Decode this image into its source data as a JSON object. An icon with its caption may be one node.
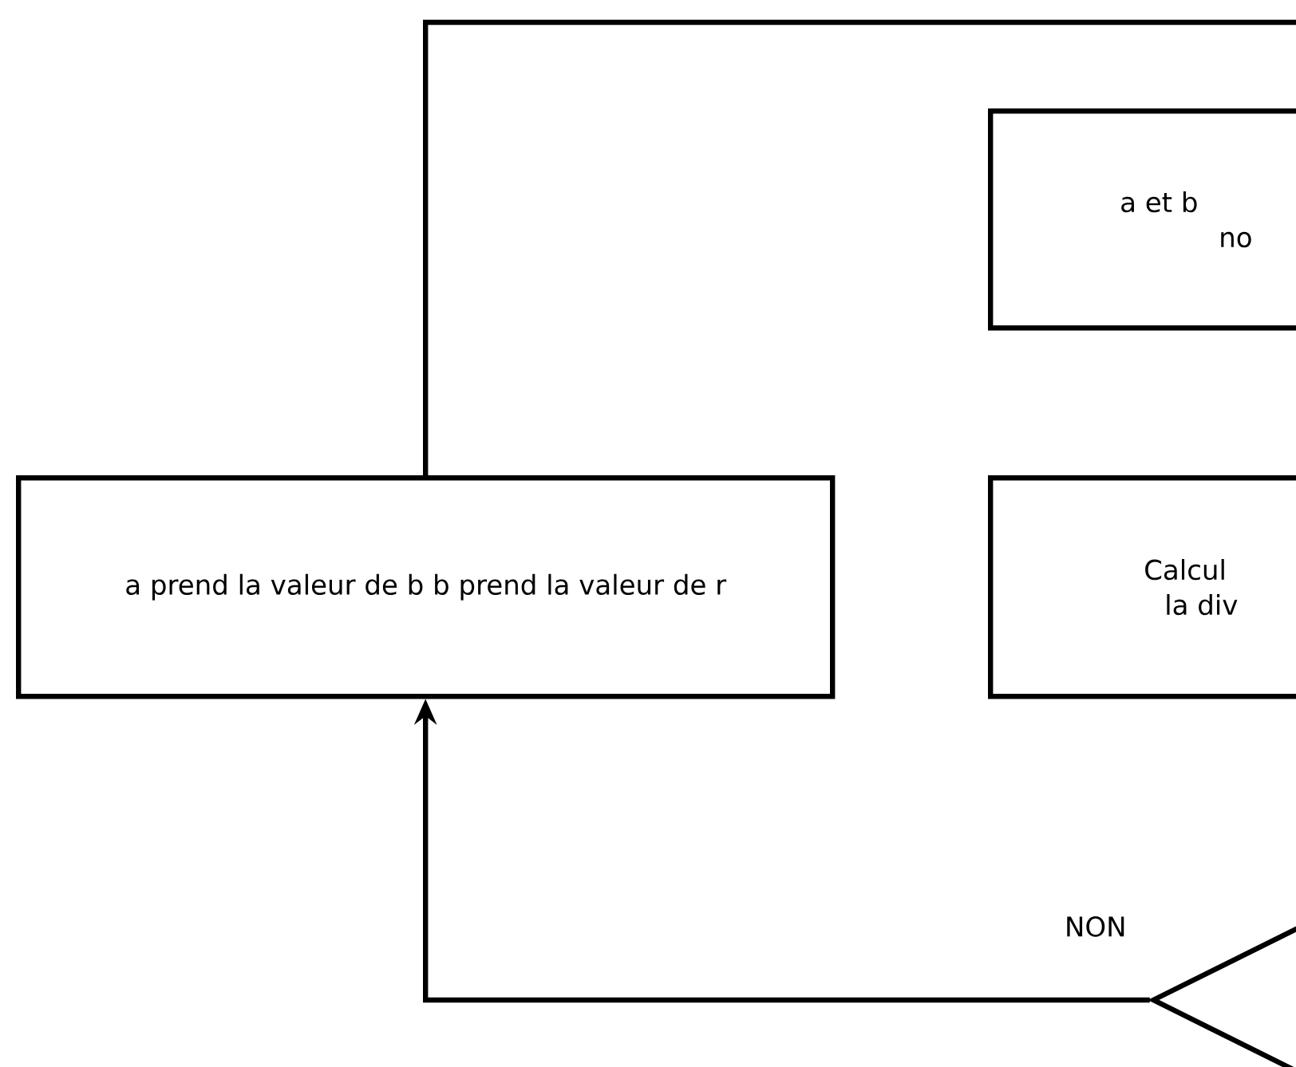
{
  "diagram": {
    "nodes": [
      {
        "text": [
          "a prend la valeur de b b prend la valeur de r"
        ]
      },
      {
        "text": [
          "a et b",
          "no"
        ]
      },
      {
        "text": [
          "Calcul",
          "la div"
        ]
      },
      {
        "text": [],
        "shape": "diamond"
      }
    ],
    "edges": [
      {
        "from": 3,
        "to": 0,
        "arrow": "to",
        "label": "NON"
      },
      {
        "from": 0,
        "to": null,
        "arrow": "none"
      }
    ]
  }
}
